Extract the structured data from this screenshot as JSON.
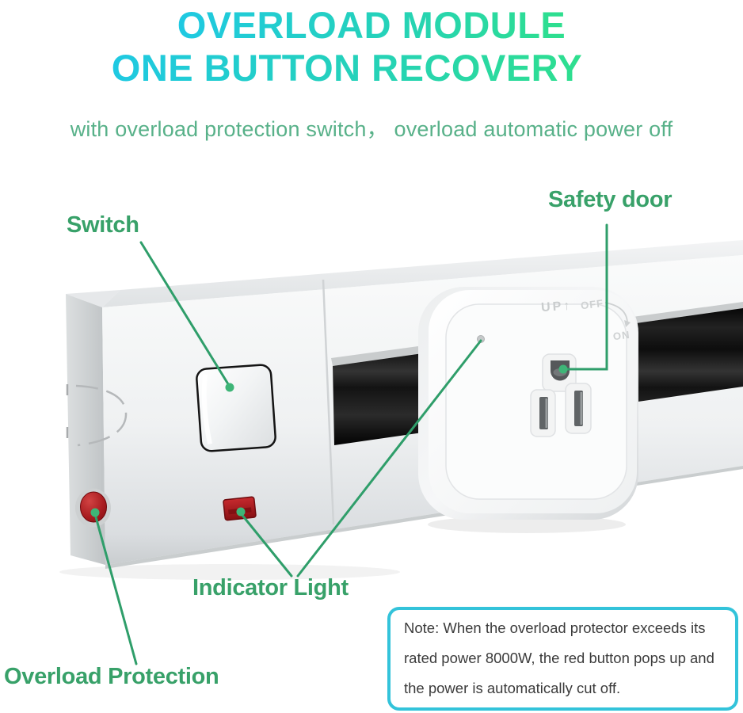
{
  "header": {
    "title_line1": "OVERLOAD MODULE",
    "title_line2": "ONE BUTTON RECOVERY",
    "subtitle": "with overload protection switch， overload automatic power off",
    "title_gradient_start": "#1fc9e2",
    "title_gradient_end": "#2edf8e",
    "subtitle_color": "#58b189"
  },
  "callouts": {
    "switch": "Switch",
    "safety_door": "Safety door",
    "indicator_light": "Indicator Light",
    "overload_protection": "Overload Protection",
    "label_color": "#38a169",
    "line_color": "#2f9e6a",
    "dot_color": "#3eb577"
  },
  "module_markings": {
    "up": "UP↑",
    "off": "OFF",
    "on": "ON"
  },
  "note": {
    "lines": [
      "Note: When the overload protector exceeds its",
      "rated power 8000W, the red button pops up and",
      "the power is automatically cut off."
    ],
    "border_color": "#33c3da",
    "text_color": "#3b3b3b"
  },
  "product_colors": {
    "rail_white": "#f2f4f5",
    "channel_black": "#141414",
    "indicator_red": "#b01f24",
    "overload_button_red": "#a8181d"
  }
}
